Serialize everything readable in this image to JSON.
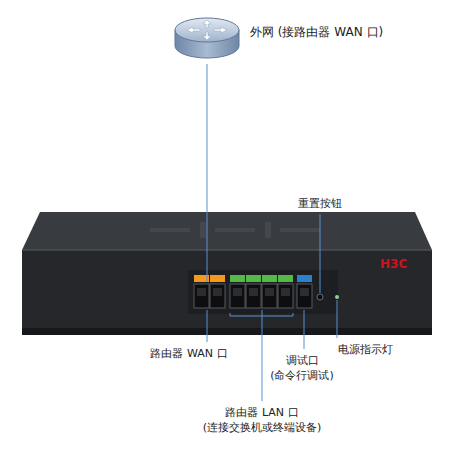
{
  "diagram": {
    "nodes": [
      {
        "text": [
          "外网 (接路由器 WAN 口)"
        ]
      },
      {
        "text": [
          "H3C"
        ]
      }
    ],
    "edges": [
      {
        "from": 0,
        "to": 1,
        "arrow": "none"
      }
    ],
    "labels": [
      "重置按钮",
      "电源指示灯",
      "路由器 WAN 口",
      "调试口 (命令行调试)",
      "路由器 LAN 口 (连接交换机或终端设备)"
    ]
  }
}
